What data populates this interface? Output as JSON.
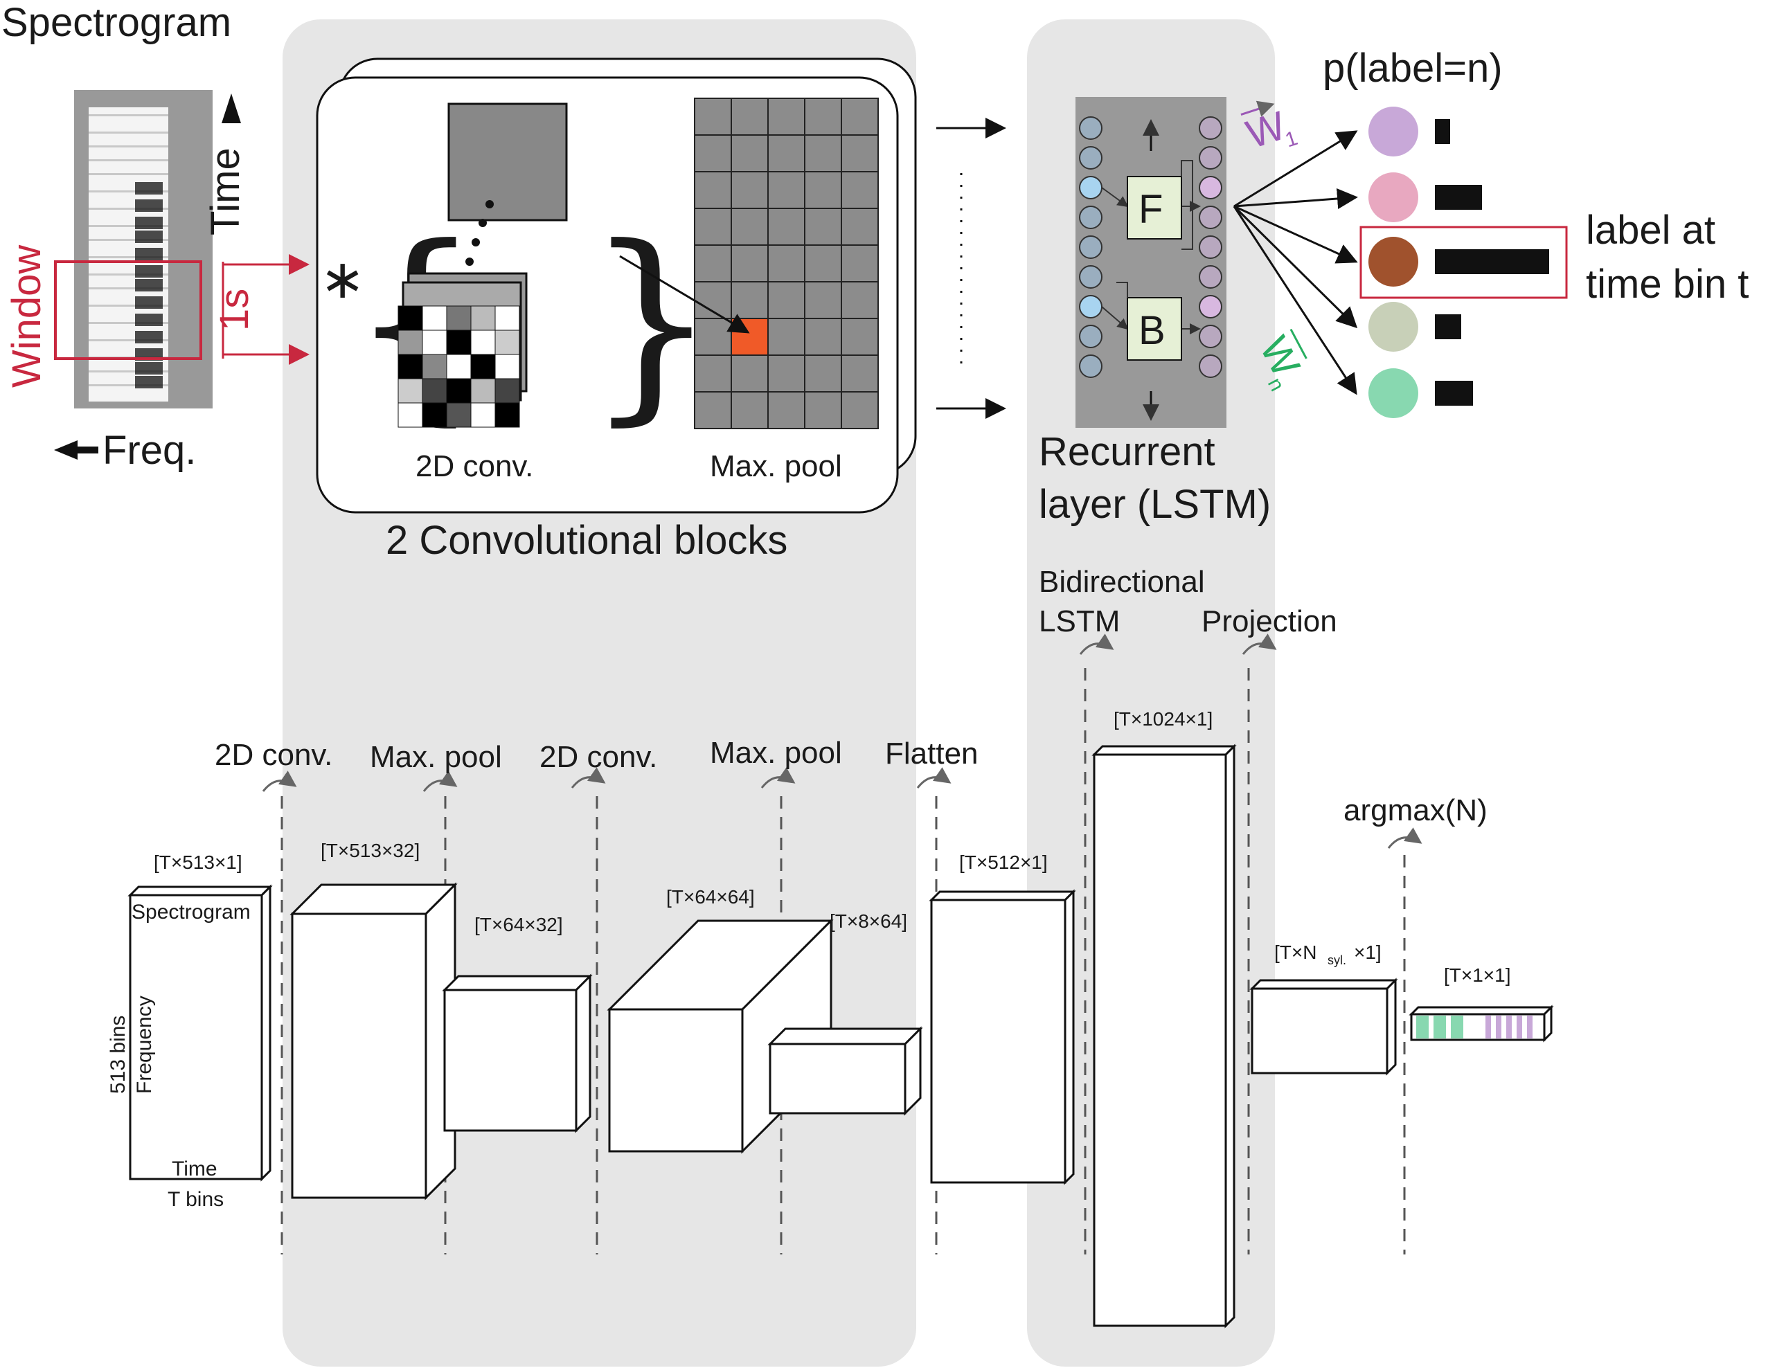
{
  "top": {
    "spectrogram_title": "Spectrogram",
    "time_label": "Time",
    "freq_label": "Freq.",
    "window_label": "Window",
    "duration_label": "1s",
    "conv_inner_label": "2D conv.",
    "pool_inner_label": "Max. pool",
    "conv_blocks_label": "2 Convolutional blocks",
    "recurrent_line1": "Recurrent",
    "recurrent_line2": "layer (LSTM)",
    "lstm_forward": "F",
    "lstm_backward": "B",
    "weight_first": "W",
    "weight_first_sub": "1",
    "weight_last": "W",
    "weight_last_sub": "n",
    "prob_title": "p(label=n)",
    "label_line1": "label at",
    "label_line2": "time bin t"
  },
  "colors": {
    "red": "#c8283f",
    "panel_gray": "#e6e6e6",
    "pool_highlight": "#f05a28",
    "label_purple": "#c8a8d8",
    "label_pink": "#e8a8c0",
    "label_brown": "#a0522d",
    "label_sage": "#c8d0b8",
    "label_green": "#88d8b0",
    "weight_purple": "#9b59b6",
    "weight_green": "#27ae60"
  },
  "bottom": {
    "steps": {
      "conv1": "2D conv.",
      "pool1": "Max. pool",
      "conv2": "2D conv.",
      "pool2": "Max. pool",
      "flatten": "Flatten",
      "bilstm_line1": "Bidirectional",
      "bilstm_line2": "LSTM",
      "projection": "Projection",
      "argmax": "argmax(N)"
    },
    "dims": {
      "input": "[T×513×1]",
      "conv1": "[T×513×32]",
      "pool1": "[T×64×32]",
      "conv2": "[T×64×64]",
      "pool2": "[T×8×64]",
      "flatten": "[T×512×1]",
      "lstm": "[T×1024×1]",
      "proj_pre": "[T×N",
      "proj_sub": "syl.",
      "proj_post": "×1]",
      "out": "[T×1×1]"
    },
    "input_box": {
      "title": "Spectrogram",
      "freq": "Frequency",
      "bins": "513 bins",
      "time": "Time",
      "tbins": "T bins"
    }
  }
}
